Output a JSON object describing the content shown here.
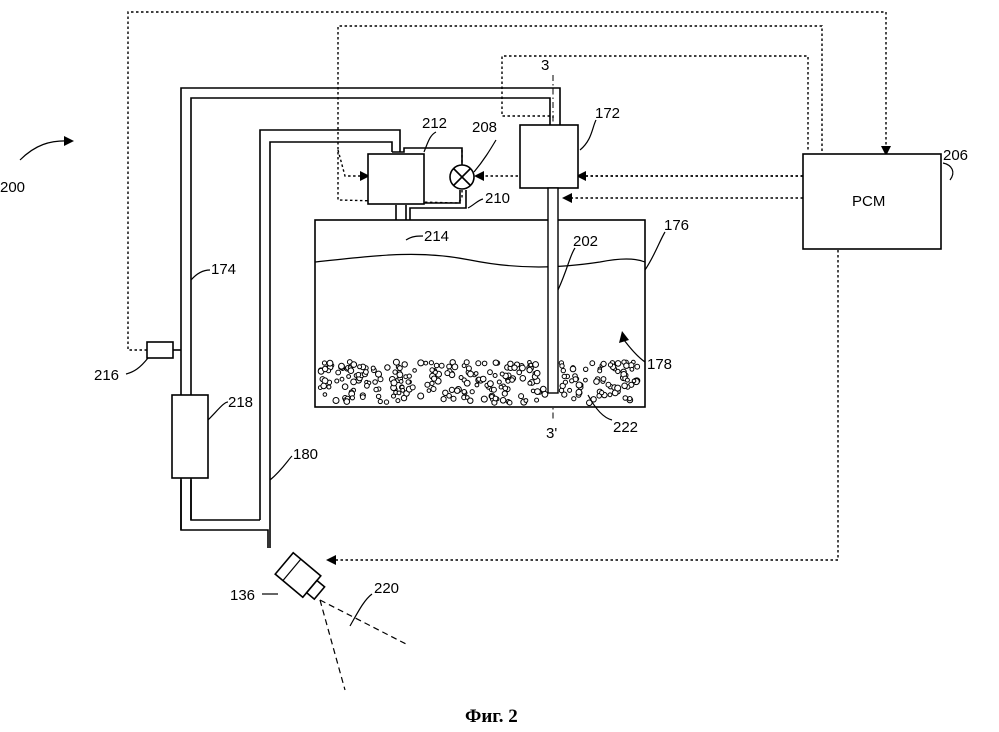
{
  "figure": {
    "caption": "Фиг. 2",
    "labels": {
      "l200": "200",
      "l206": "206",
      "pcm": "PCM",
      "l172": "172",
      "l3": "3",
      "l3p": "3'",
      "l212": "212",
      "l208": "208",
      "l210": "210",
      "l214": "214",
      "l202": "202",
      "l176": "176",
      "l178": "178",
      "l222": "222",
      "l174": "174",
      "l216": "216",
      "l218": "218",
      "l180": "180",
      "l136": "136",
      "l220": "220"
    }
  }
}
